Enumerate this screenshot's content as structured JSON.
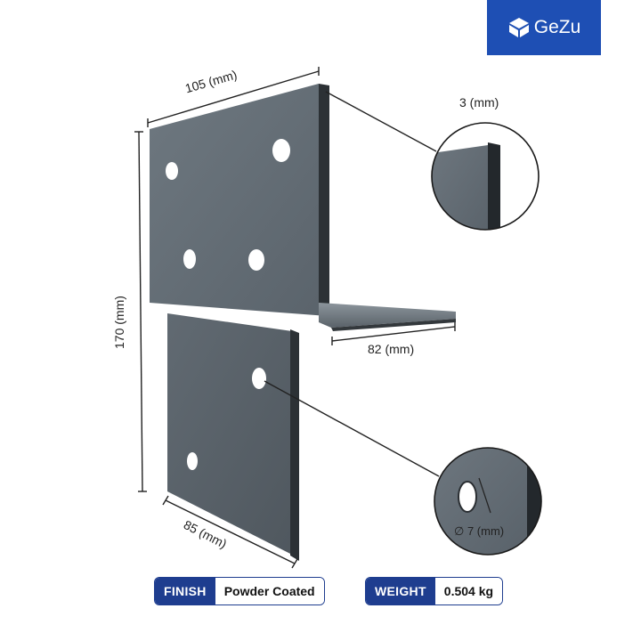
{
  "brand": {
    "name": "GeZu",
    "logo_icon": "cube-icon",
    "color": "#1e4fb4"
  },
  "dimensions": {
    "top_width": "105 (mm)",
    "thickness": "3 (mm)",
    "height": "170 (mm)",
    "flange": "82 (mm)",
    "bottom_width": "85 (mm)",
    "hole_diameter": "7 (mm)",
    "hole_symbol": "∅"
  },
  "specs": {
    "finish_label": "FINISH",
    "finish_value": "Powder Coated",
    "weight_label": "WEIGHT",
    "weight_value": "0.504 kg",
    "badge_color": "#1e3d8f"
  },
  "colors": {
    "plate": "#5f6870",
    "plate_edge": "#2b2f33"
  }
}
